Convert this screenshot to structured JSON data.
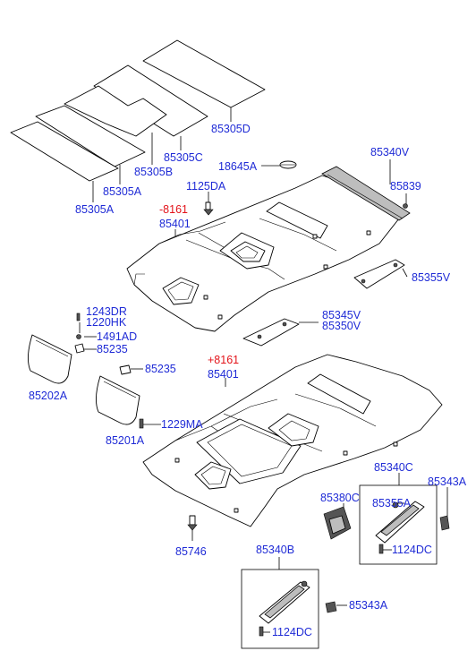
{
  "colors": {
    "label": "#1f2bd6",
    "highlight": "#e3131a",
    "line": "#000000"
  },
  "labels": {
    "p85305D": "85305D",
    "p85305C": "85305C",
    "p85305B": "85305B",
    "p85305A1": "85305A",
    "p85305A2": "85305A",
    "p18645A": "18645A",
    "p85340V": "85340V",
    "p85839": "85839",
    "p1125DA": "1125DA",
    "m8161": "-8161",
    "p85401a": "85401",
    "p85355V": "85355V",
    "p1243DR": "1243DR",
    "p1220HK": "1220HK",
    "p1491AD": "1491AD",
    "p85235a": "85235",
    "p85345V": "85345V",
    "p85350V": "85350V",
    "pl8161": "+8161",
    "p85401b": "85401",
    "p85235b": "85235",
    "p85202A": "85202A",
    "p1229MA": "1229MA",
    "p85201A": "85201A",
    "p85340C": "85340C",
    "p85343Aa": "85343A",
    "p85380C": "85380C",
    "p85355A": "85355A",
    "p1124DCa": "1124DC",
    "p85746": "85746",
    "p85340B": "85340B",
    "p85343Ab": "85343A",
    "p1124DCb": "1124DC"
  }
}
